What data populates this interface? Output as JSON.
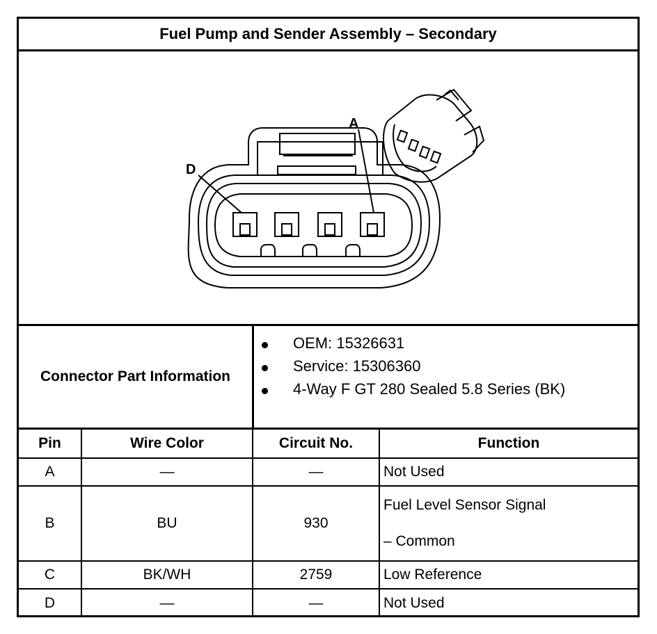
{
  "title": "Fuel Pump and Sender Assembly – Secondary",
  "diagram": {
    "pin_labels": {
      "a": "A",
      "d": "D"
    }
  },
  "connector_info": {
    "label": "Connector Part Information",
    "items": [
      "OEM: 15326631",
      "Service: 15306360",
      "4-Way F GT 280 Sealed 5.8 Series (BK)"
    ]
  },
  "pin_table": {
    "headers": [
      "Pin",
      "Wire Color",
      "Circuit No.",
      "Function"
    ],
    "rows": [
      {
        "pin": "A",
        "wire_color": "—",
        "circuit": "—",
        "function": "Not Used",
        "function_line2": ""
      },
      {
        "pin": "B",
        "wire_color": "BU",
        "circuit": "930",
        "function": "Fuel Level Sensor Signal",
        "function_line2": "– Common"
      },
      {
        "pin": "C",
        "wire_color": "BK/WH",
        "circuit": "2759",
        "function": "Low Reference",
        "function_line2": ""
      },
      {
        "pin": "D",
        "wire_color": "—",
        "circuit": "—",
        "function": "Not Used",
        "function_line2": ""
      }
    ]
  }
}
